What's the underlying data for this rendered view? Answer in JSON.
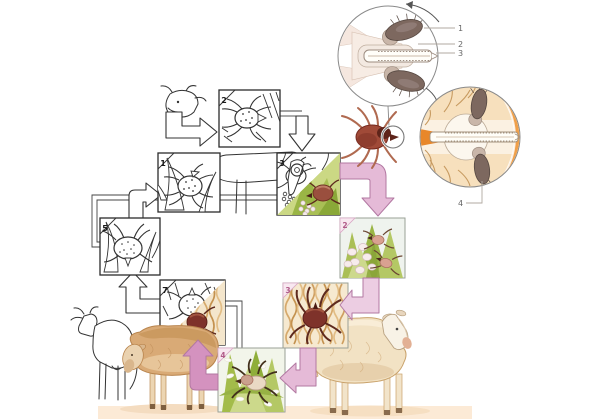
{
  "figure": {
    "kind": "tick-life-cycle-diagram",
    "inset_labels": {
      "l1": "1",
      "l2": "2",
      "l3": "3",
      "l4": "4"
    },
    "stages": {
      "s1": "1",
      "s2": "2",
      "s3": "3",
      "s5": "5",
      "s7": "7",
      "c2": "2",
      "c3": "3",
      "c4": "4"
    },
    "colors": {
      "pink_arrow": "#e5bad7",
      "pink_arrow_light": "#eccde2",
      "pink_arrow_dark": "#d492bf",
      "leaf_green": "#a3bc4a",
      "tick_red": "#9c4434",
      "tick_dark": "#7e322a",
      "wool_tan": "#d6a96b",
      "sheep_fleece": "#d9aa76",
      "sheep_fleece_light": "#f2e2c4",
      "skin_peach": "#f7e0bd",
      "skin_orange": "#f0a04a",
      "palp_taupe": "#7d685f",
      "ground": "#fcead6"
    }
  }
}
